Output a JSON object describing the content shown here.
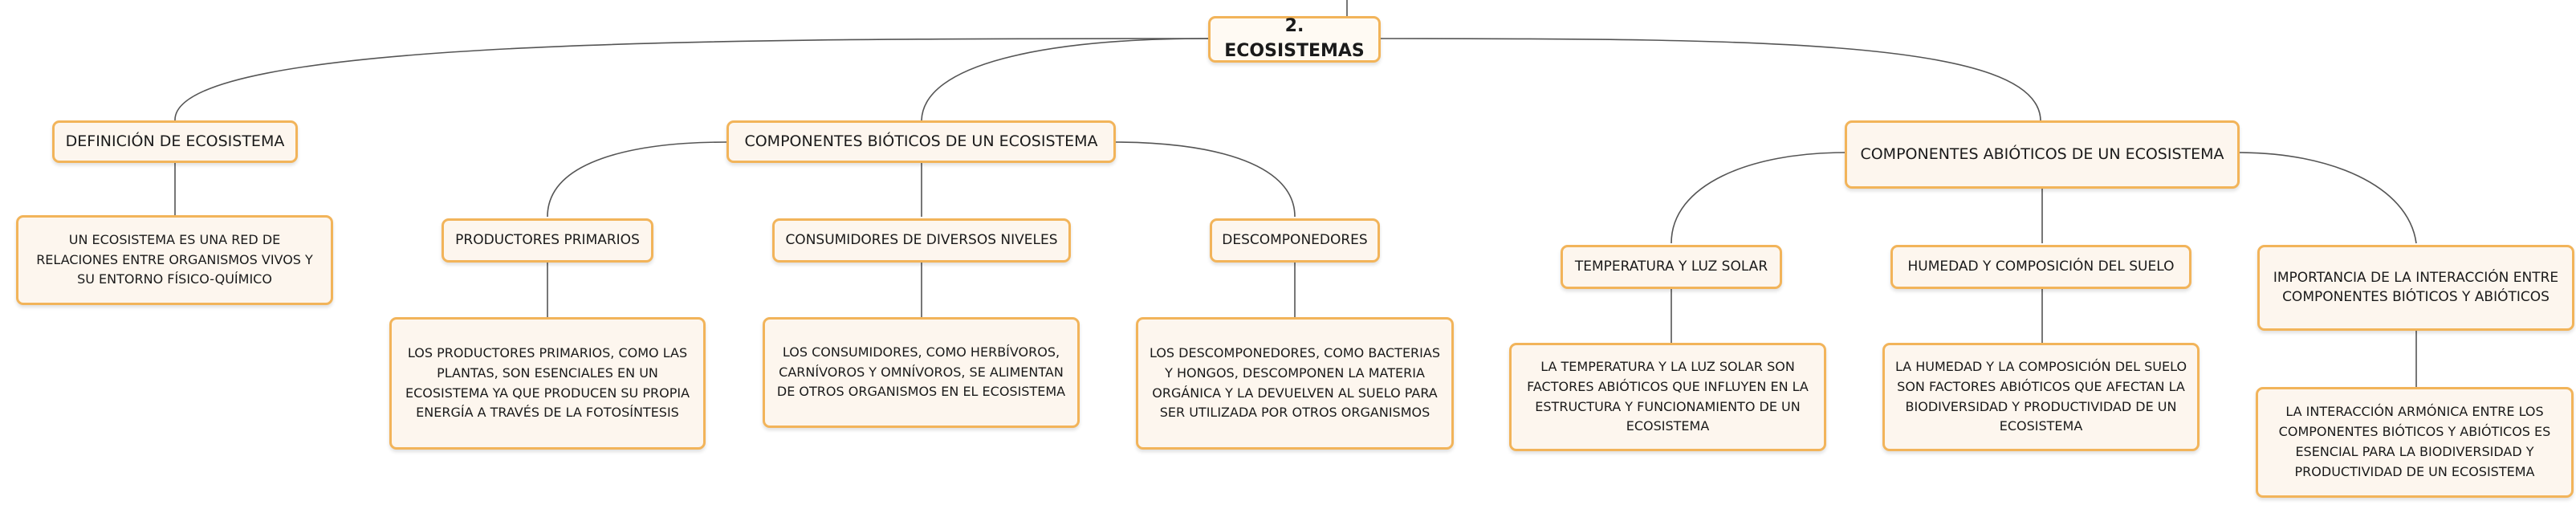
{
  "map": {
    "root": "2. ECOSISTEMAS",
    "definicion": {
      "title": "DEFINICIÓN DE ECOSISTEMA",
      "detail": "UN ECOSISTEMA ES UNA RED DE RELACIONES ENTRE ORGANISMOS VIVOS Y SU ENTORNO FÍSICO-QUÍMICO"
    },
    "bioticos": {
      "title": "COMPONENTES BIÓTICOS DE UN ECOSISTEMA",
      "children": [
        {
          "title": "PRODUCTORES PRIMARIOS",
          "detail": "LOS PRODUCTORES PRIMARIOS, COMO LAS PLANTAS, SON ESENCIALES EN UN ECOSISTEMA YA QUE PRODUCEN SU PROPIA ENERGÍA A TRAVÉS DE LA FOTOSÍNTESIS"
        },
        {
          "title": "CONSUMIDORES DE DIVERSOS NIVELES",
          "detail": "LOS CONSUMIDORES, COMO HERBÍVOROS, CARNÍVOROS Y OMNÍVOROS, SE ALIMENTAN DE OTROS ORGANISMOS EN EL ECOSISTEMA"
        },
        {
          "title": "DESCOMPONEDORES",
          "detail": "LOS DESCOMPONEDORES, COMO BACTERIAS Y HONGOS, DESCOMPONEN LA MATERIA ORGÁNICA Y LA DEVUELVEN AL SUELO PARA SER UTILIZADA POR OTROS ORGANISMOS"
        }
      ]
    },
    "abioticos": {
      "title": "COMPONENTES ABIÓTICOS DE UN ECOSISTEMA",
      "children": [
        {
          "title": "TEMPERATURA Y LUZ SOLAR",
          "detail": "LA TEMPERATURA Y LA LUZ SOLAR SON FACTORES ABIÓTICOS QUE INFLUYEN EN LA ESTRUCTURA Y FUNCIONAMIENTO DE UN ECOSISTEMA"
        },
        {
          "title": "HUMEDAD Y COMPOSICIÓN DEL SUELO",
          "detail": "LA HUMEDAD Y LA COMPOSICIÓN DEL SUELO SON FACTORES ABIÓTICOS QUE AFECTAN LA BIODIVERSIDAD Y PRODUCTIVIDAD DE UN ECOSISTEMA"
        },
        {
          "title": "IMPORTANCIA DE LA INTERACCIÓN ENTRE COMPONENTES BIÓTICOS Y ABIÓTICOS",
          "detail": "LA INTERACCIÓN ARMÓNICA ENTRE LOS COMPONENTES BIÓTICOS Y ABIÓTICOS ES ESENCIAL PARA LA BIODIVERSIDAD Y PRODUCTIVIDAD DE UN ECOSISTEMA"
        }
      ]
    }
  },
  "colors": {
    "border": "#f2b45a",
    "fill": "#fdf6ee",
    "connector": "#555555"
  }
}
